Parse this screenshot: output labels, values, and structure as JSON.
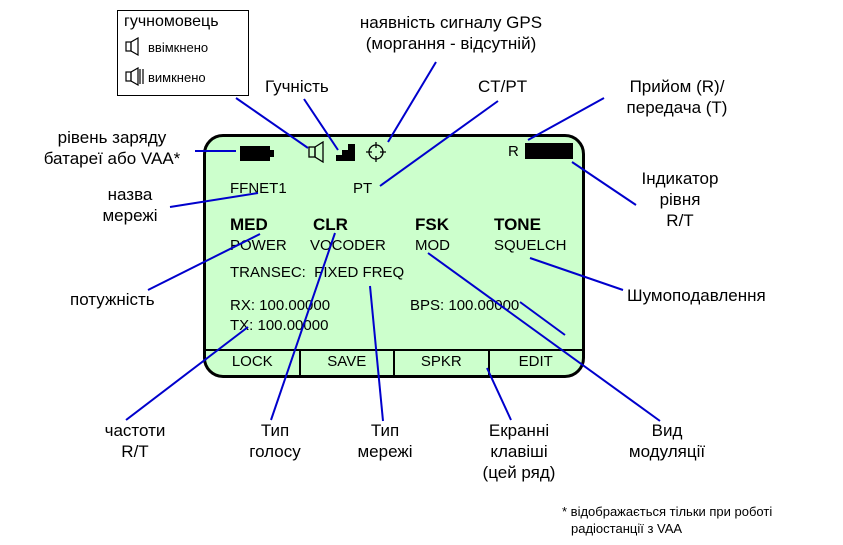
{
  "speaker_box": {
    "title": "гучномовець",
    "on_label": "ввімкнено",
    "off_label": "вимкнено"
  },
  "callouts": {
    "gps": [
      "наявність сигналу GPS",
      "(моргання - відсутній)"
    ],
    "volume": "Гучність",
    "ct_pt": "CT/PT",
    "rx_tx": [
      "Прийом (R)/",
      "передача (T)"
    ],
    "battery": [
      "рівень заряду",
      "батареї або VAA*"
    ],
    "net_name": [
      "назва",
      "мережі"
    ],
    "level_indicator": [
      "Індикатор",
      "рівня",
      "R/T"
    ],
    "power": "потужність",
    "squelch": "Шумоподавлення",
    "freqs": [
      "частоти",
      "R/T"
    ],
    "voice_type": [
      "Тип",
      "голосу"
    ],
    "net_type": [
      "Тип",
      "мережі"
    ],
    "softkeys": [
      "Екранні",
      "клавіші",
      "(цей ряд)"
    ],
    "modulation": [
      "Вид",
      "модуляції"
    ]
  },
  "display": {
    "rx_indicator": "R",
    "net_name": "FFNET1",
    "mode": "PT",
    "values": [
      "MED",
      "CLR",
      "FSK",
      "TONE"
    ],
    "labels": [
      "POWER",
      "VOCODER",
      "MOD",
      "SQUELCH"
    ],
    "transec": "TRANSEC:  FIXED FREQ",
    "rx": "RX: 100.00000",
    "bps": "BPS: 100.00000",
    "tx": "TX: 100.00000",
    "softkeys": [
      "LOCK",
      "SAVE",
      "SPKR",
      "EDIT"
    ]
  },
  "footnote": [
    "* відображається тільки при роботі",
    "радіостанції з VAA"
  ],
  "colors": {
    "screen": "#ccffcc",
    "leader": "#0000cc"
  }
}
